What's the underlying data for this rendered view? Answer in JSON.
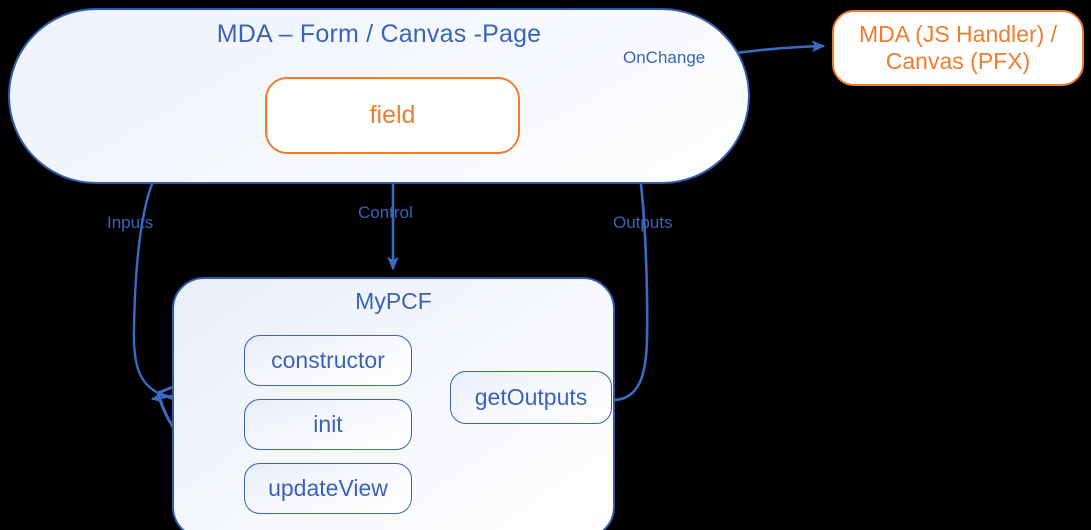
{
  "diagram": {
    "title": "PCF control lifecycle diagram",
    "colors": {
      "blue_stroke": "#3A63B8",
      "blue_stroke_dark": "#2E5CAB",
      "orange_stroke": "#ED7D31",
      "orange_text": "#ED7D31",
      "blue_text": "#3A63B8",
      "background": "#000000",
      "container_fill": "#F2F5FC",
      "box_fill": "#FFFFFF"
    }
  },
  "containers": {
    "mda": {
      "title": "MDA – Form / Canvas -Page"
    },
    "mypcf": {
      "title": "MyPCF"
    }
  },
  "nodes": {
    "field": {
      "label": "field"
    },
    "js_handler": {
      "line1": "MDA (JS Handler) /",
      "line2": "Canvas (PFX)"
    },
    "constructor": {
      "label": "constructor"
    },
    "init": {
      "label": "init"
    },
    "update_view": {
      "label": "updateView"
    },
    "get_outputs": {
      "label": "getOutputs"
    }
  },
  "edges": [
    {
      "id": "onchange",
      "label": "OnChange",
      "from": "field",
      "to": "js_handler"
    },
    {
      "id": "inputs",
      "label": "Inputs",
      "from": "field",
      "to": "mypcf-methods"
    },
    {
      "id": "control",
      "label": "Control",
      "from": "field",
      "to": "mypcf"
    },
    {
      "id": "outputs",
      "label": "Outputs",
      "from": "get_outputs",
      "to": "field"
    }
  ]
}
